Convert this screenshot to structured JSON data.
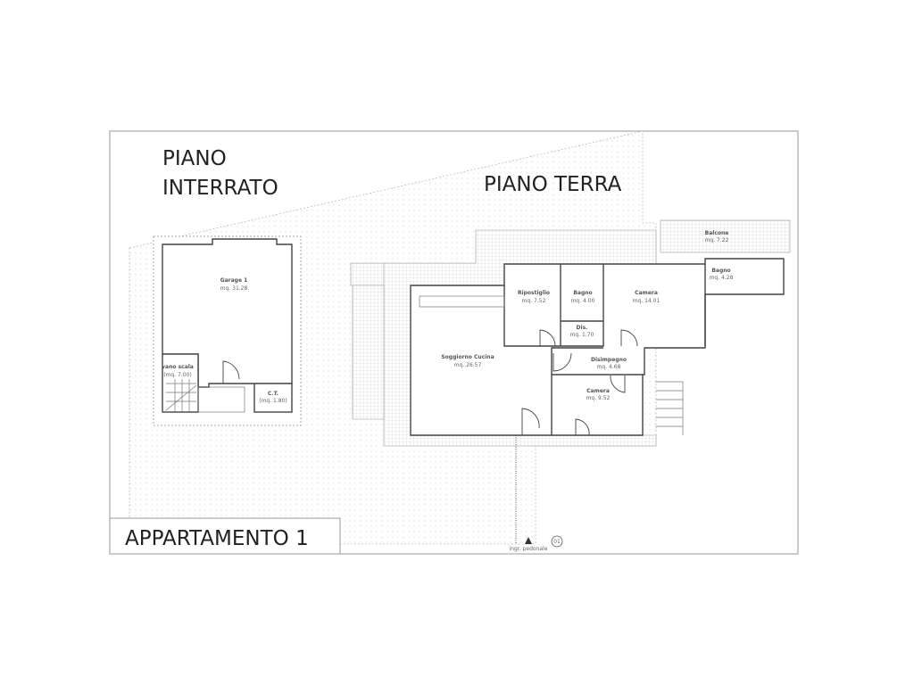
{
  "titles": {
    "basement_line1": "PIANO",
    "basement_line2": "INTERRATO",
    "ground": "PIANO TERRA",
    "apartment": "APPARTAMENTO 1"
  },
  "basement_rooms": [
    {
      "name": "Garage 1",
      "area": "mq. 31.28"
    },
    {
      "name": "vano scala",
      "area": "(mq. 7.00)"
    },
    {
      "name": "C.T.",
      "area": "(mq. 1.80)"
    }
  ],
  "ground_rooms": [
    {
      "name": "Soggiorno Cucina",
      "area": "mq. 26.57"
    },
    {
      "name": "Ripostiglio",
      "area": "mq. 7.52"
    },
    {
      "name": "Bagno",
      "area": "mq. 4.00"
    },
    {
      "name": "Dis.",
      "area": "mq. 1.70"
    },
    {
      "name": "Camera",
      "area": "mq. 14.01"
    },
    {
      "name": "Disimpegno",
      "area": "mq. 4.68"
    },
    {
      "name": "Camera",
      "area": "mq. 9.52"
    },
    {
      "name": "Balcone",
      "area": "mq. 7.22"
    },
    {
      "name": "Bagno",
      "area": "mq. 4.28"
    }
  ],
  "entrance": {
    "label": "ingr. pedonale",
    "number": "01"
  }
}
